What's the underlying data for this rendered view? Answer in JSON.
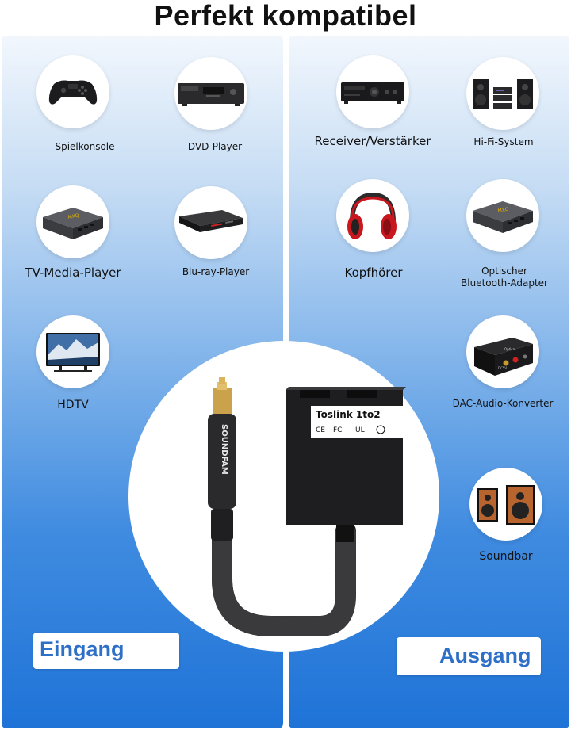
{
  "title": "Perfekt kompatibel",
  "devices": {
    "game_console": "Spielkonsole",
    "dvd_player": "DVD-Player",
    "tv_media_player": "TV-Media-Player",
    "bluray_player": "Blu-ray-Player",
    "hdtv": "HDTV",
    "receiver": "Receiver/Verstärker",
    "hifi_system": "Hi-Fi-System",
    "headphones": "Kopfhörer",
    "bt_adapter_line1": "Optischer",
    "bt_adapter_line2": "Bluetooth-Adapter",
    "dac_converter": "DAC-Audio-Konverter",
    "soundbar": "Soundbar"
  },
  "product": {
    "brand": "SOUNDFAM",
    "model": "Toslink 1to2",
    "cert_ce": "CE",
    "cert_fcc": "FC",
    "cert_ul": "UL"
  },
  "io": {
    "input_label": "Eingang",
    "output_label": "Ausgang"
  },
  "device_icons": {
    "dac_input_label": "Optical",
    "dac_power_label": "DC5V"
  },
  "colors": {
    "accent_blue": "#2e6fc7",
    "panel_bottom": "#1f73d7"
  }
}
